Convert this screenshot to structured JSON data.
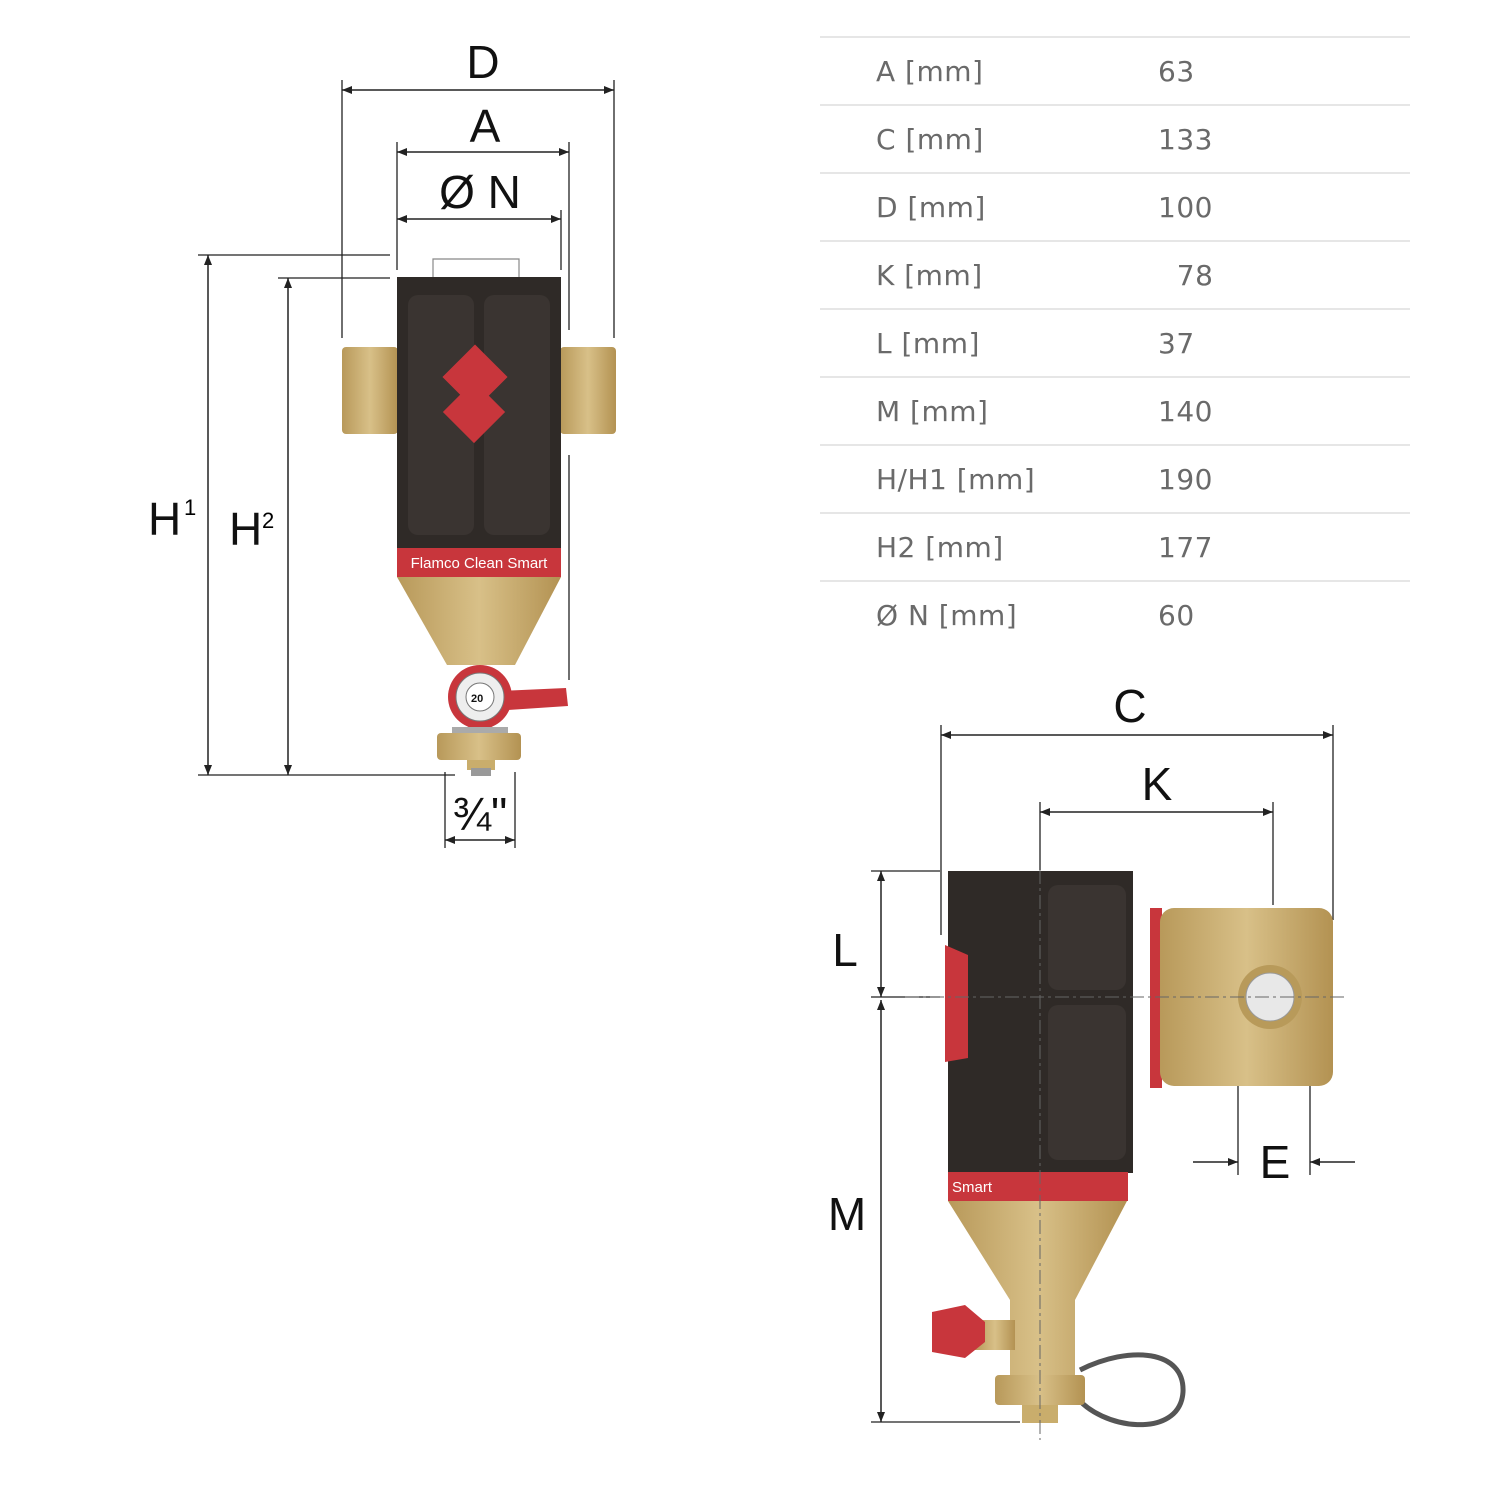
{
  "front_view": {
    "dim_labels": {
      "D": "D",
      "A": "A",
      "N": "Ø N",
      "H1": "H",
      "H1_sup": "1",
      "H2": "H",
      "H2_sup": "2",
      "outlet": "¾\""
    },
    "band_text": "Flamco Clean Smart",
    "dial_text": "20"
  },
  "side_view": {
    "dim_labels": {
      "C": "C",
      "K": "K",
      "L": "L",
      "M": "M",
      "E": "E"
    },
    "band_text": "Smart"
  },
  "table": {
    "rows": [
      {
        "label": "A [mm]",
        "value": "63"
      },
      {
        "label": "C [mm]",
        "value": "133"
      },
      {
        "label": "D [mm]",
        "value": "100"
      },
      {
        "label": "K [mm]",
        "value": "  78"
      },
      {
        "label": "L [mm]",
        "value": "37"
      },
      {
        "label": "M [mm]",
        "value": "140"
      },
      {
        "label": "H/H1 [mm]",
        "value": "190"
      },
      {
        "label": "H2 [mm]",
        "value": "177"
      },
      {
        "label": "Ø N [mm]",
        "value": "60"
      }
    ]
  },
  "colors": {
    "body": "#2f2a27",
    "brass": "#c9ad6c",
    "red": "#c8363c",
    "line": "#222222"
  }
}
